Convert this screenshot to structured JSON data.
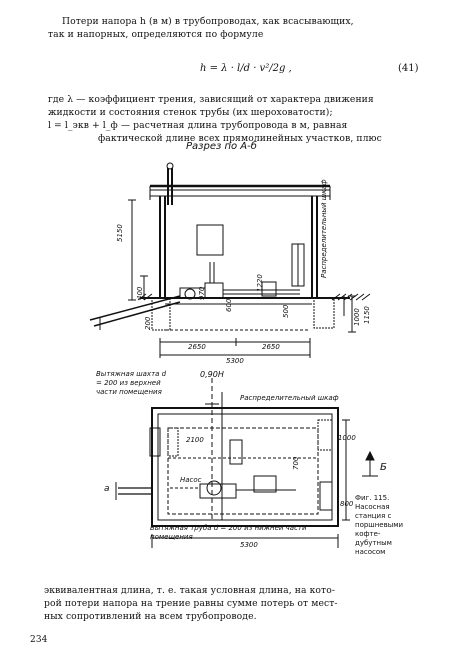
{
  "intro_lines": [
    "Потери напора h (в м) в трубопроводах, как всасывающих,",
    "так и напорных, определяются по формуле"
  ],
  "formula": {
    "text": "h = λ · l/d · v²/2g ,",
    "number": "(41)"
  },
  "definition_lines": [
    "где λ — коэффициент трения, зависящий от характера движения",
    "жидкости и состояния стенок трубы (их шероховатости);",
    "l = l_экв + l_ф — расчетная длина трубопровода в м, равная",
    "фактической длине всех прямолинейных участков, плюс"
  ],
  "figure": {
    "section_title": "Разрез по А-б",
    "section_labels": {
      "height_5150": "5150",
      "height_400": "400",
      "height_970": "970",
      "height_1220": "1220",
      "height_500": "500",
      "height_1000": "1000",
      "height_1150": "1150",
      "height_200": "200",
      "height_600": "600",
      "dim_2650_left": "2650",
      "dim_2650_right": "2650",
      "dim_5300": "5300",
      "shkaf": "Распределительный шкаф"
    },
    "plan_labels": {
      "vent_left": "Вытяжная шахта d = 200 из верхней части помещения",
      "mark_0900": "0,90Н",
      "shkaf": "Распределительный шкаф",
      "dim_2100": "2100",
      "dim_1000": "1000",
      "dim_700": "700",
      "dim_800": "800",
      "nasos": "Насос",
      "marker_B": "Б",
      "marker_A": "а",
      "vent_bottom": "Вытяжная труба d = 200 из нижней части помещения",
      "dim_5300": "5300"
    },
    "caption": "Фиг. 115. Насосная станция с поршневыми кофте-дубутным насосом"
  },
  "bottom_lines": [
    "эквивалентная длина, т. е. такая условная длина, на кото-",
    "рой потери напора на трение равны сумме потерь от мест-",
    "ных сопротивлений на всем трубопроводе."
  ],
  "page_number": "234"
}
